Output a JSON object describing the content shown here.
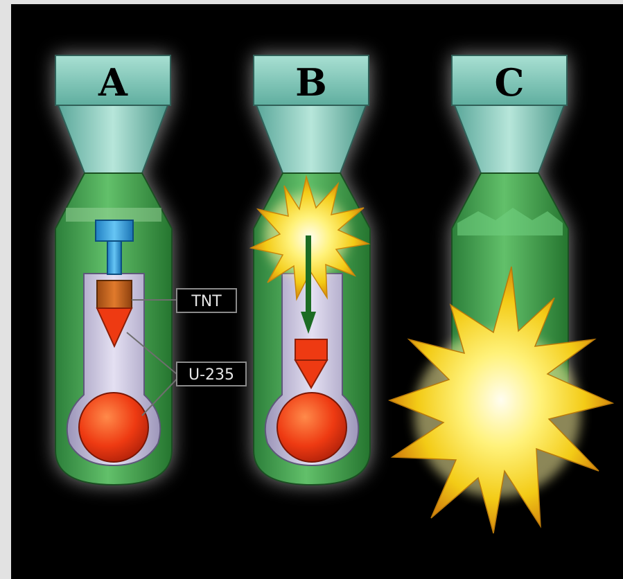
{
  "panels": [
    {
      "letter": "A"
    },
    {
      "letter": "B"
    },
    {
      "letter": "C"
    }
  ],
  "callouts": {
    "tnt": "TNT",
    "u235": "U-235"
  },
  "colors": {
    "background_outer": "#e2e2e2",
    "background_panel": "#000000",
    "tail_fin": "#7fc7b7",
    "bomb_green": "#2f9640",
    "inner_shell": "#c7c2dc",
    "uranium": "#ee3a12",
    "tnt": "#c8601e",
    "detonator_blue": "#3aa7e4",
    "explosion_yellow": "#f3cb16",
    "explosion_core": "#fffbd8"
  },
  "icons": [
    "explosion-burst-icon",
    "arrow-down-icon",
    "detonator-icon"
  ]
}
